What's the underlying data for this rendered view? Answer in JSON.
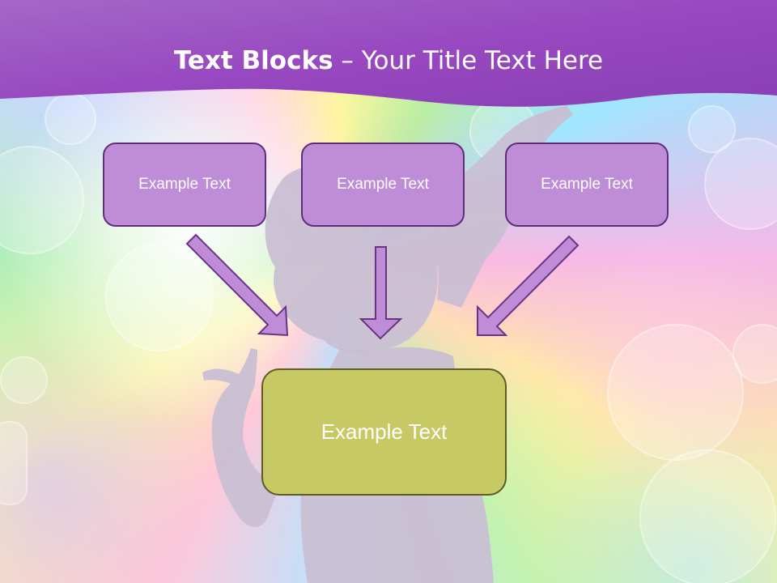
{
  "slide": {
    "title_bold": "Text Blocks",
    "title_separator": " – ",
    "title_rest": "Your Title Text Here",
    "top_boxes": [
      "Example Text",
      "Example Text",
      "Example Text"
    ],
    "center_box": "Example Text"
  },
  "colors": {
    "banner": "#9a4fc0",
    "top_box_fill": "#bf8cd8",
    "top_box_border": "#5e2e78",
    "center_box_fill": "#c7c965",
    "center_box_border": "#5c5c24",
    "arrow_fill": "#bf8cd8",
    "arrow_border": "#6a3386",
    "silhouette": "#c9bfd3"
  }
}
